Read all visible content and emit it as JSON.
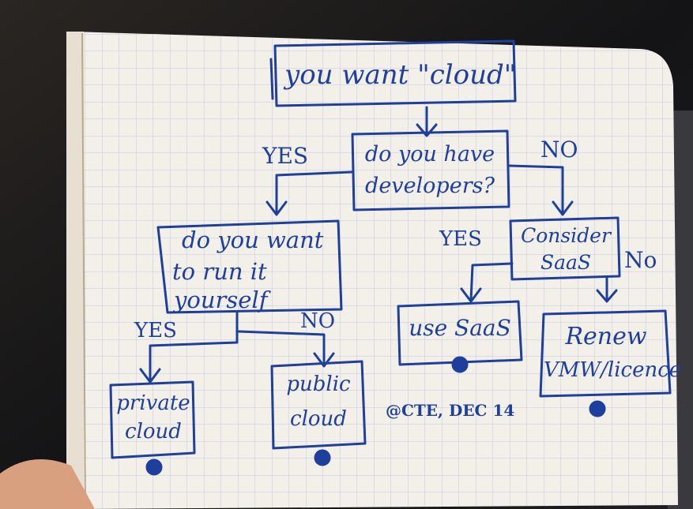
{
  "colors": {
    "ink": "#1f3f9c",
    "paper": "#f3f0e9",
    "grid": "#b9c6dc",
    "background": "#1a1a1c",
    "finger": "#d8a07e"
  },
  "flowchart": {
    "start": "you want \"cloud\"",
    "question_developers": [
      "do you have",
      "developers?"
    ],
    "yes_left": "YES",
    "no_right": "NO",
    "question_run_it": [
      "do you want",
      "to run it",
      "yourself"
    ],
    "yes_private": "YES",
    "no_public": "NO",
    "private_cloud": [
      "private",
      "cloud"
    ],
    "public_cloud": [
      "public",
      "cloud"
    ],
    "yes_saas": "YES",
    "consider_saas": [
      "Consider",
      "SaaS"
    ],
    "no_renew": "No",
    "use_saas": "use SaaS",
    "renew": [
      "Renew",
      "VMW/licence"
    ],
    "signature": "@CTE, DEC 14"
  }
}
